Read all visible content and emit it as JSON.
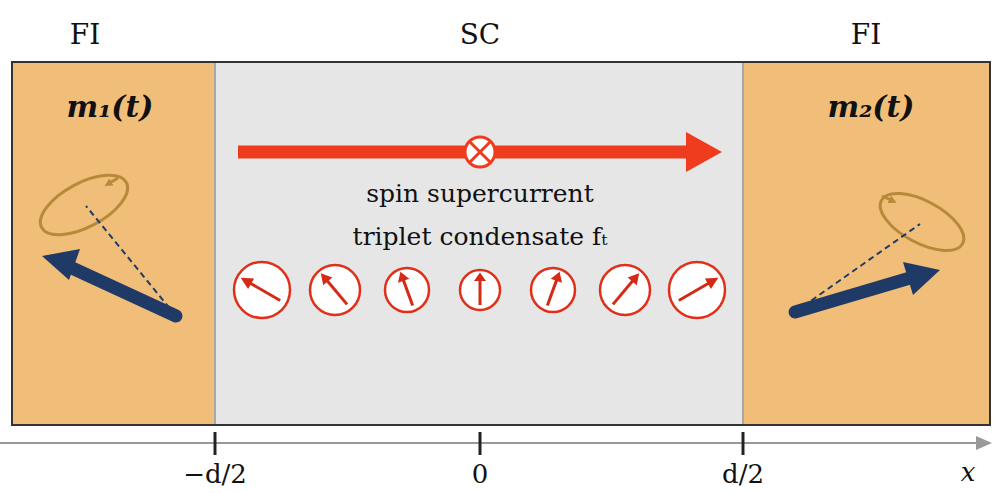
{
  "diagram": {
    "nodes": [
      {
        "text": [
          "FI",
          "m₁(t)"
        ]
      },
      {
        "text": [
          "SC",
          "spin supercurrent",
          "triplet condensate fₜ"
        ]
      },
      {
        "text": [
          "FI",
          "m₂(t)"
        ]
      }
    ],
    "labels": [
      "−d/2",
      "0",
      "d/2",
      "x"
    ]
  }
}
